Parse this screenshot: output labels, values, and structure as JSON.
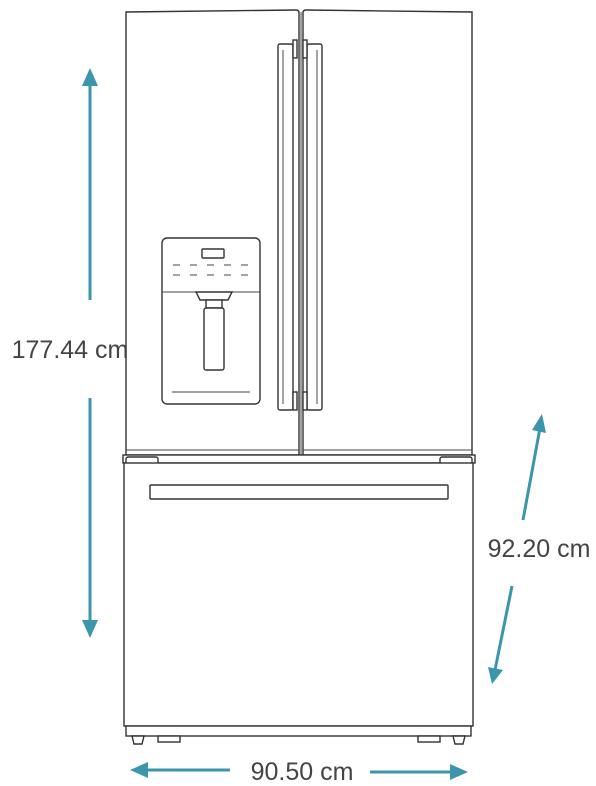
{
  "dimensions": {
    "height_label": "177.44 cm",
    "depth_label": "92.20 cm",
    "width_label": "90.50 cm"
  },
  "colors": {
    "dimension_accent": "#3a95ad",
    "outline": "#333333",
    "text": "#444444"
  }
}
